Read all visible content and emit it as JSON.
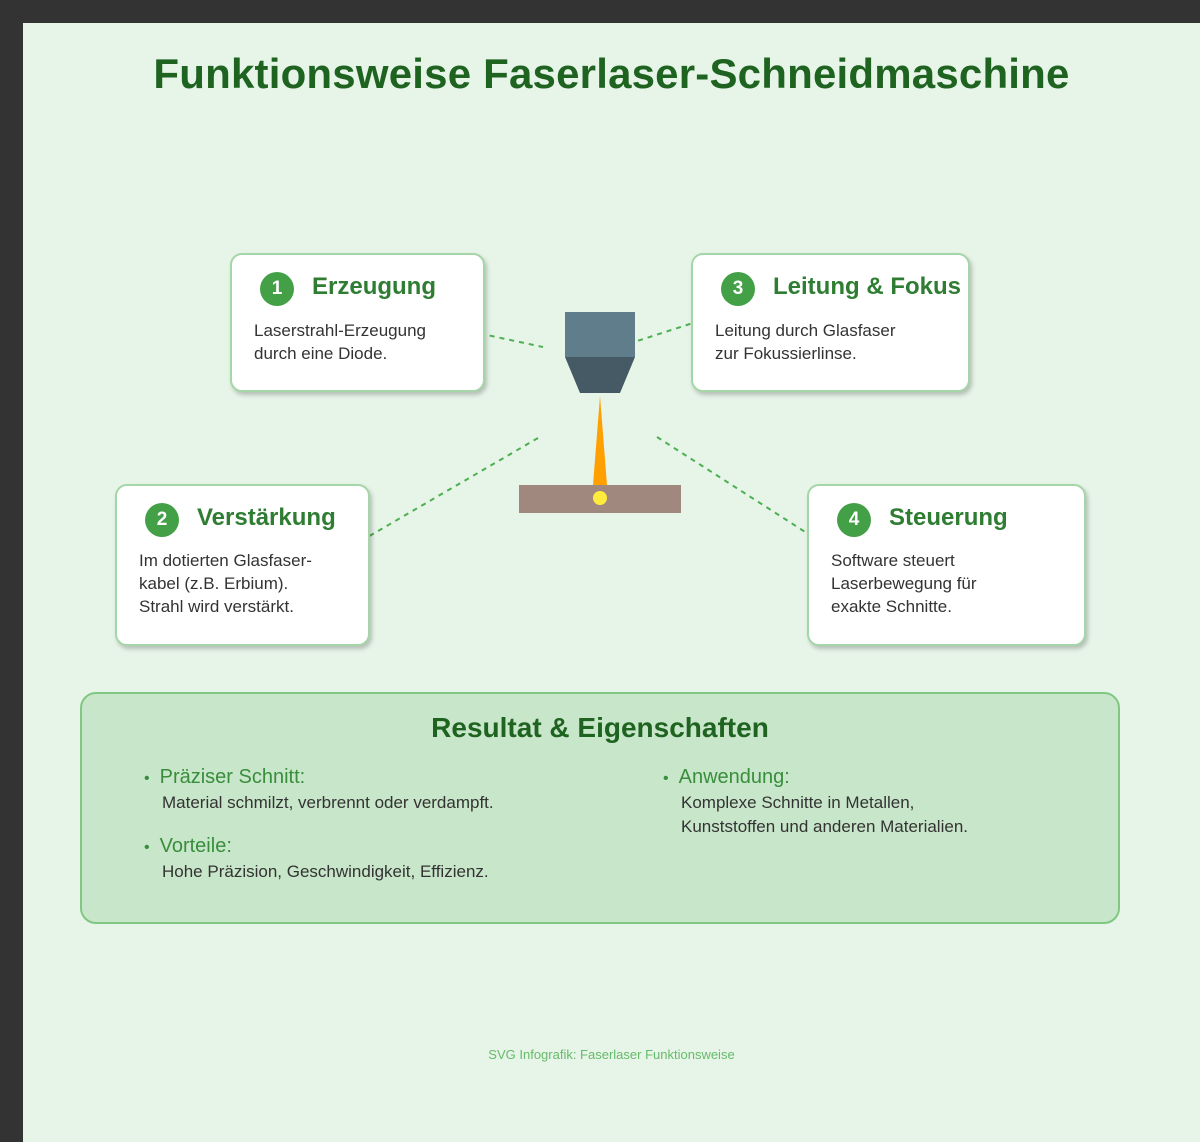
{
  "title": "Funktionsweise Faserlaser-Schneidmaschine",
  "steps": [
    {
      "number": "1",
      "title": "Erzeugung",
      "text": "Laserstrahl-Erzeugung\ndurch eine Diode."
    },
    {
      "number": "2",
      "title": "Verstärkung",
      "text": "Im dotierten Glasfaser-\nkabel (z.B. Erbium).\nStrahl wird verstärkt."
    },
    {
      "number": "3",
      "title": "Leitung & Fokus",
      "text": "Leitung durch Glasfaser\nzur Fokussierlinse."
    },
    {
      "number": "4",
      "title": "Steuerung",
      "text": "Software steuert\nLaserbewegung für\nexakte Schnitte."
    }
  ],
  "result": {
    "title": "Resultat & Eigenschaften",
    "items": [
      {
        "title": "Präziser Schnitt:",
        "text": "Material schmilzt, verbrennt oder verdampft."
      },
      {
        "title": "Vorteile:",
        "text": "Hohe Präzision, Geschwindigkeit, Effizienz."
      },
      {
        "title": "Anwendung:",
        "text": "Komplexe Schnitte in Metallen,\nKunststoffen und anderen Materialien."
      }
    ]
  },
  "footer": "SVG Infografik: Faserlaser Funktionsweise",
  "colors": {
    "background": "#e7f4e8",
    "title": "#1f6321",
    "accent": "#43a047",
    "card_border": "#a5d6a7",
    "result_box": "#c8e6c9",
    "laser_head": "#607d8b",
    "laser_beam": "#ffa000",
    "workpiece": "#a1887f"
  }
}
